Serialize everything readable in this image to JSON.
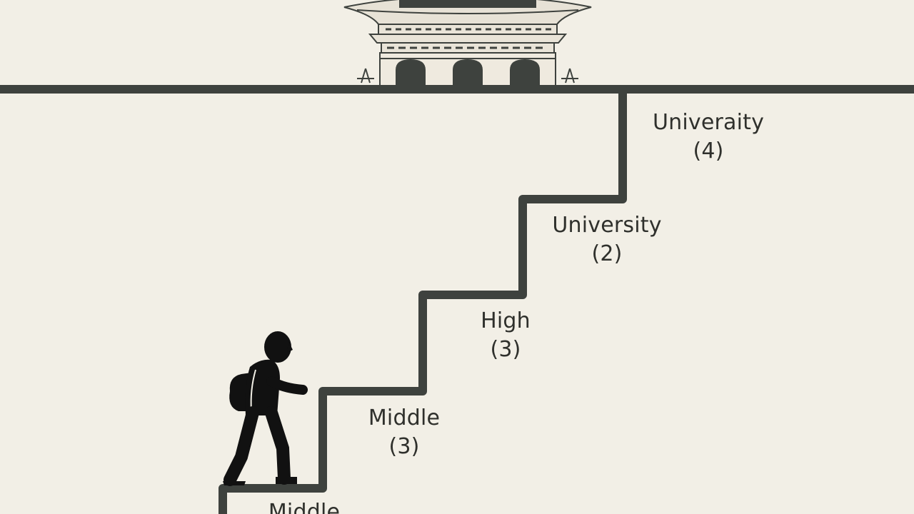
{
  "diagram": {
    "steps": [
      {
        "id": "university-4",
        "name": "Univeraity",
        "years": "(4)"
      },
      {
        "id": "university-2",
        "name": "University",
        "years": "(2)"
      },
      {
        "id": "high-3",
        "name": "High",
        "years": "(3)"
      },
      {
        "id": "middle-3",
        "name": "Middle",
        "years": "(3)"
      },
      {
        "id": "middle-bottom",
        "name": "Middle",
        "years": ""
      }
    ],
    "colors": {
      "background": "#f2efe6",
      "line": "#3e423e",
      "figure": "#111111",
      "text": "#2f302c"
    },
    "icons": {
      "figure": "climbing-student-with-backpack",
      "building": "traditional-palace-gate"
    }
  }
}
